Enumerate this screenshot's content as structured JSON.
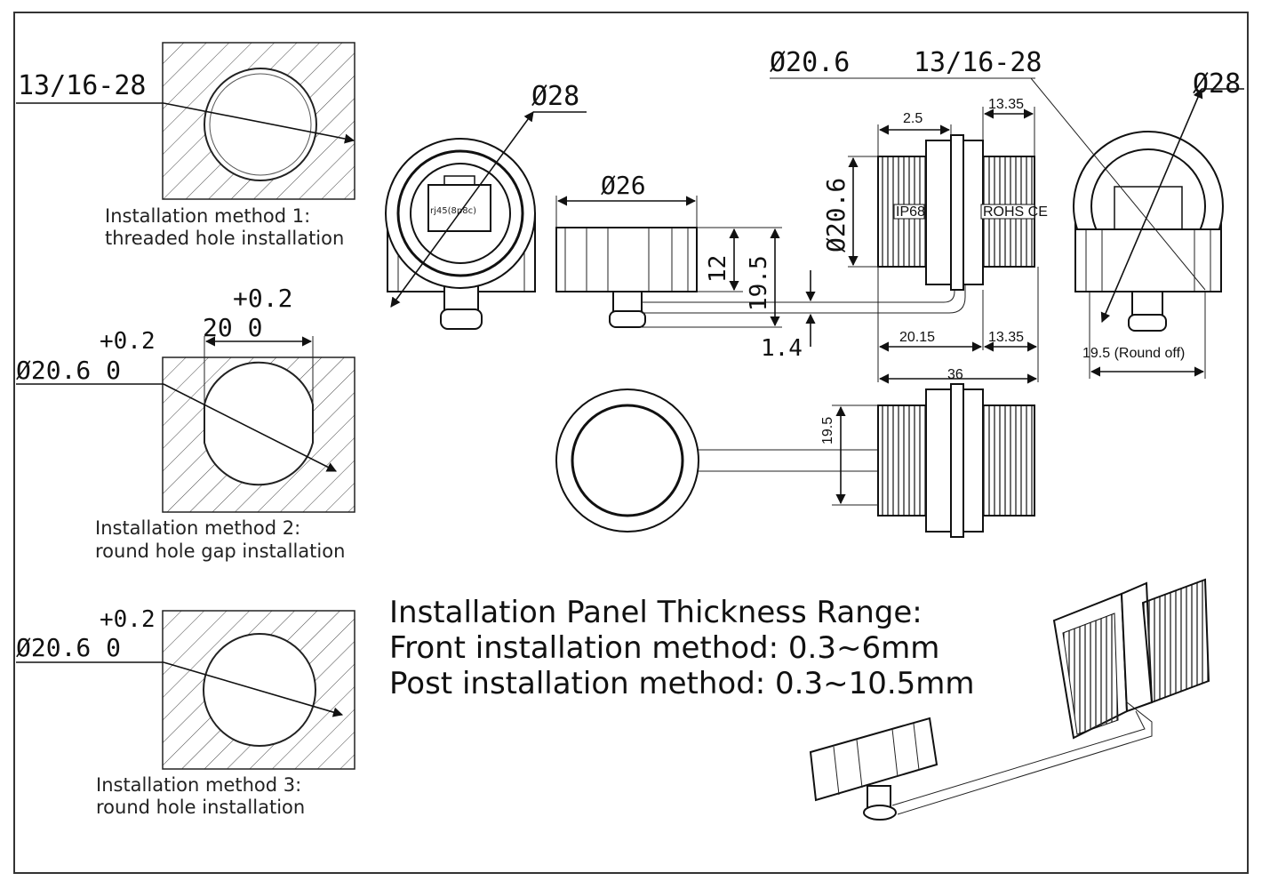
{
  "methods": [
    {
      "title": "Installation method 1:",
      "desc": "threaded hole installation",
      "callout": "13/16-28"
    },
    {
      "title": "Installation method 2:",
      "desc": "round hole gap installation",
      "callout": "Ø20.6 0",
      "tol": "+0.2",
      "width_tol": "+0.2",
      "width_val": "20 0"
    },
    {
      "title": "Installation method 3:",
      "desc": "round hole installation",
      "callout": "Ø20.6 0",
      "tol": "+0.2"
    }
  ],
  "front_view": {
    "diameter": "Ø28",
    "jack_label": "rj45(8p8c)"
  },
  "cap_side": {
    "diameter": "Ø26",
    "h12": "12",
    "h195": "19.5",
    "h14": "1.4"
  },
  "body_side": {
    "top_dia": "Ø20.6",
    "thread": "13/16-28",
    "dim_25": "2.5",
    "dim_1335_top": "13.35",
    "vert_dia": "Ø20.6",
    "mark_ip": "IP68",
    "mark_rohs": "ROHS CE",
    "dim_2015": "20.15",
    "dim_1335_bot": "13.35",
    "dim_36": "36"
  },
  "end_view": {
    "diameter": "Ø28",
    "round_off": "19.5 (Round off)"
  },
  "bottom_view": {
    "h195": "19.5"
  },
  "panel": {
    "heading": "Installation Panel Thickness Range:",
    "front": "Front installation method: 0.3~6mm",
    "post": "Post installation method: 0.3~10.5mm"
  }
}
